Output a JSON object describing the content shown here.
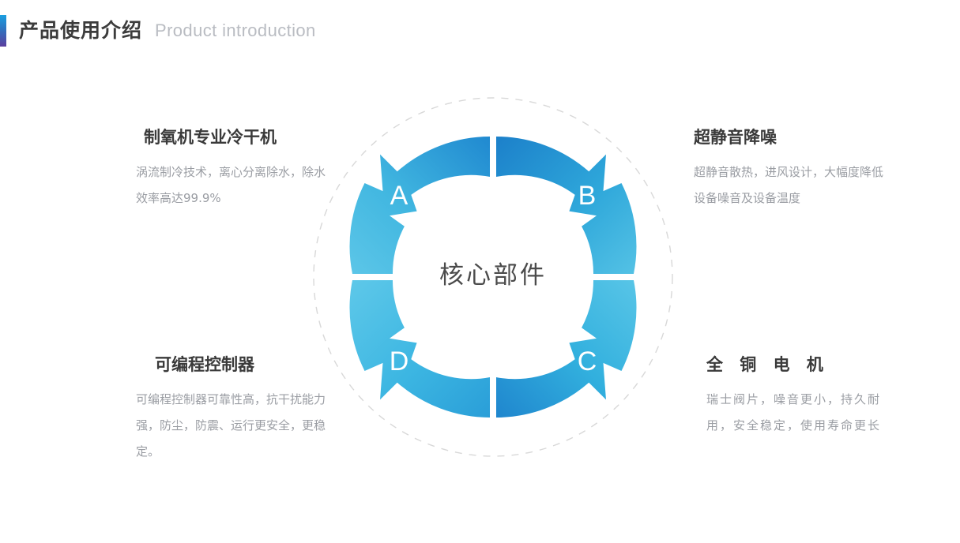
{
  "header": {
    "accent_bar_gradient": [
      "#1a9fe0",
      "#2f73c0",
      "#5b3e9e"
    ],
    "title": "产品使用介绍",
    "subtitle": "Product introduction"
  },
  "diagram": {
    "center_label": "核心部件",
    "ring_colors": {
      "light": "#57c4e6",
      "mid": "#32b0de",
      "deep": "#2089d0",
      "deepest": "#1c7fc8"
    },
    "dashed_circle_color": "#d6d6d6",
    "segments": [
      {
        "letter": "A",
        "position": "top-left"
      },
      {
        "letter": "B",
        "position": "top-right"
      },
      {
        "letter": "C",
        "position": "bottom-right"
      },
      {
        "letter": "D",
        "position": "bottom-left"
      }
    ]
  },
  "features": [
    {
      "key": "a",
      "title": "制氧机专业冷干机",
      "body": "涡流制冷技术，离心分离除水，除水效率高达99.9%"
    },
    {
      "key": "b",
      "title": "超静音降噪",
      "body": "超静音散热，进风设计，大幅度降低设备噪音及设备温度"
    },
    {
      "key": "d",
      "title": "可编程控制器",
      "body": "可编程控制器可靠性高，抗干扰能力强，防尘，防震、运行更安全，更稳定。"
    },
    {
      "key": "c",
      "title": "全 铜 电 机",
      "body": "瑞士阀片，噪音更小，持久耐用，安全稳定，使用寿命更长"
    }
  ]
}
